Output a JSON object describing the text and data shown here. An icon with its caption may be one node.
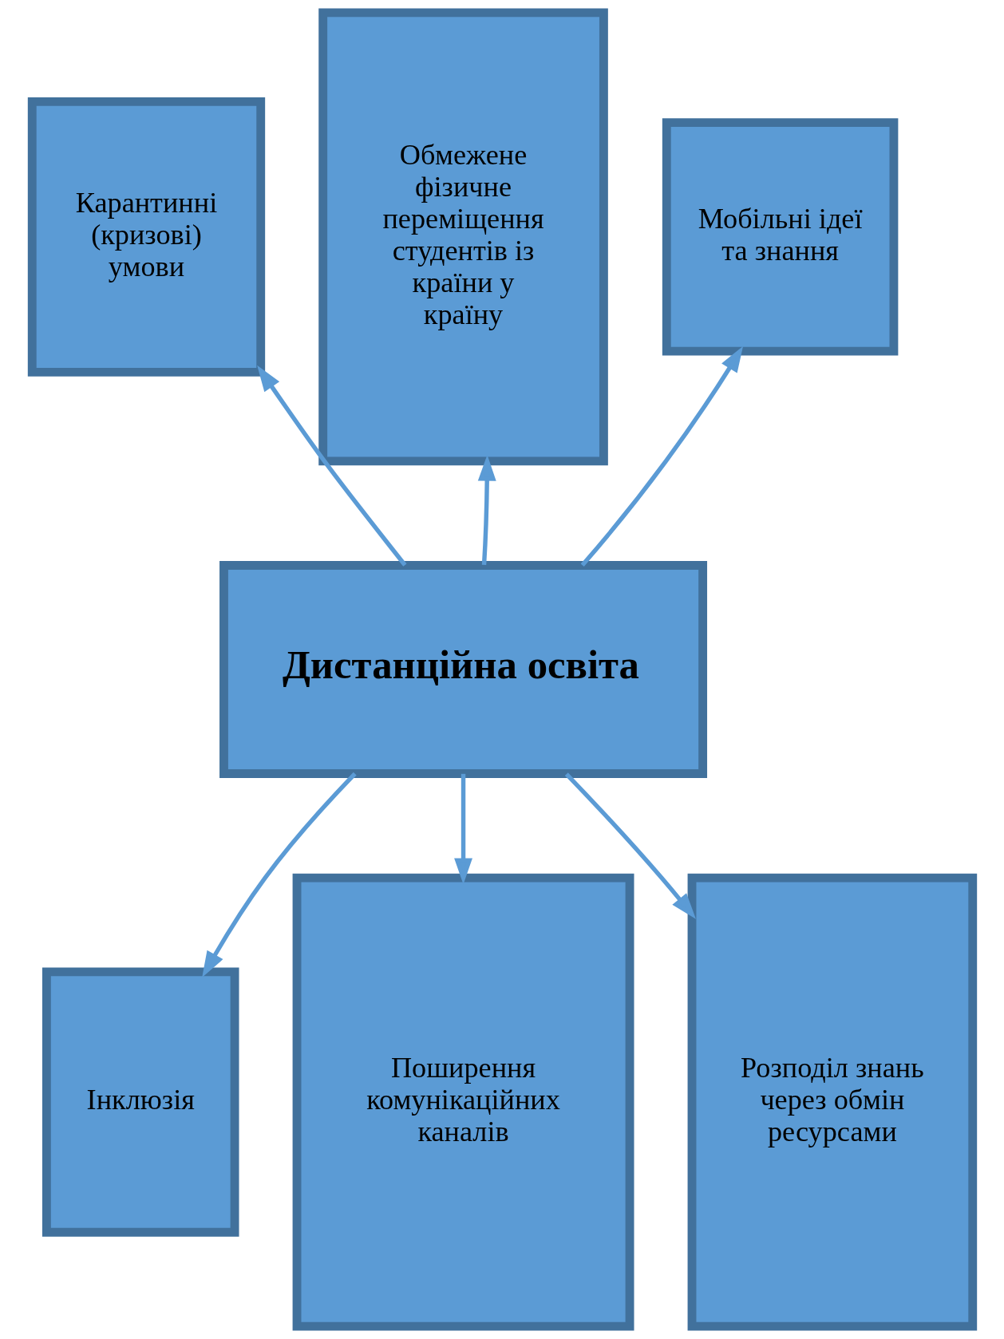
{
  "diagram": {
    "nodes": [
      {
        "text": [
          "Карантинні (кризові) умови"
        ]
      },
      {
        "text": [
          "Обмежене фізичне переміщення студентів із країни у країну"
        ]
      },
      {
        "text": [
          "Мобільні ідеї та знання"
        ]
      },
      {
        "text": [
          "Дистанційна освіта"
        ]
      },
      {
        "text": [
          "Інклюзія"
        ]
      },
      {
        "text": [
          "Поширення комунікаційних каналів"
        ]
      },
      {
        "text": [
          "Розподіл знань через обмін ресурсами"
        ]
      }
    ],
    "edges": [
      {
        "from": 3,
        "to": 0,
        "arrow": "to"
      },
      {
        "from": 3,
        "to": 1,
        "arrow": "to"
      },
      {
        "from": 3,
        "to": 2,
        "arrow": "to"
      },
      {
        "from": 3,
        "to": 4,
        "arrow": "to"
      },
      {
        "from": 3,
        "to": 5,
        "arrow": "to"
      },
      {
        "from": 3,
        "to": 6,
        "arrow": "to"
      }
    ]
  }
}
